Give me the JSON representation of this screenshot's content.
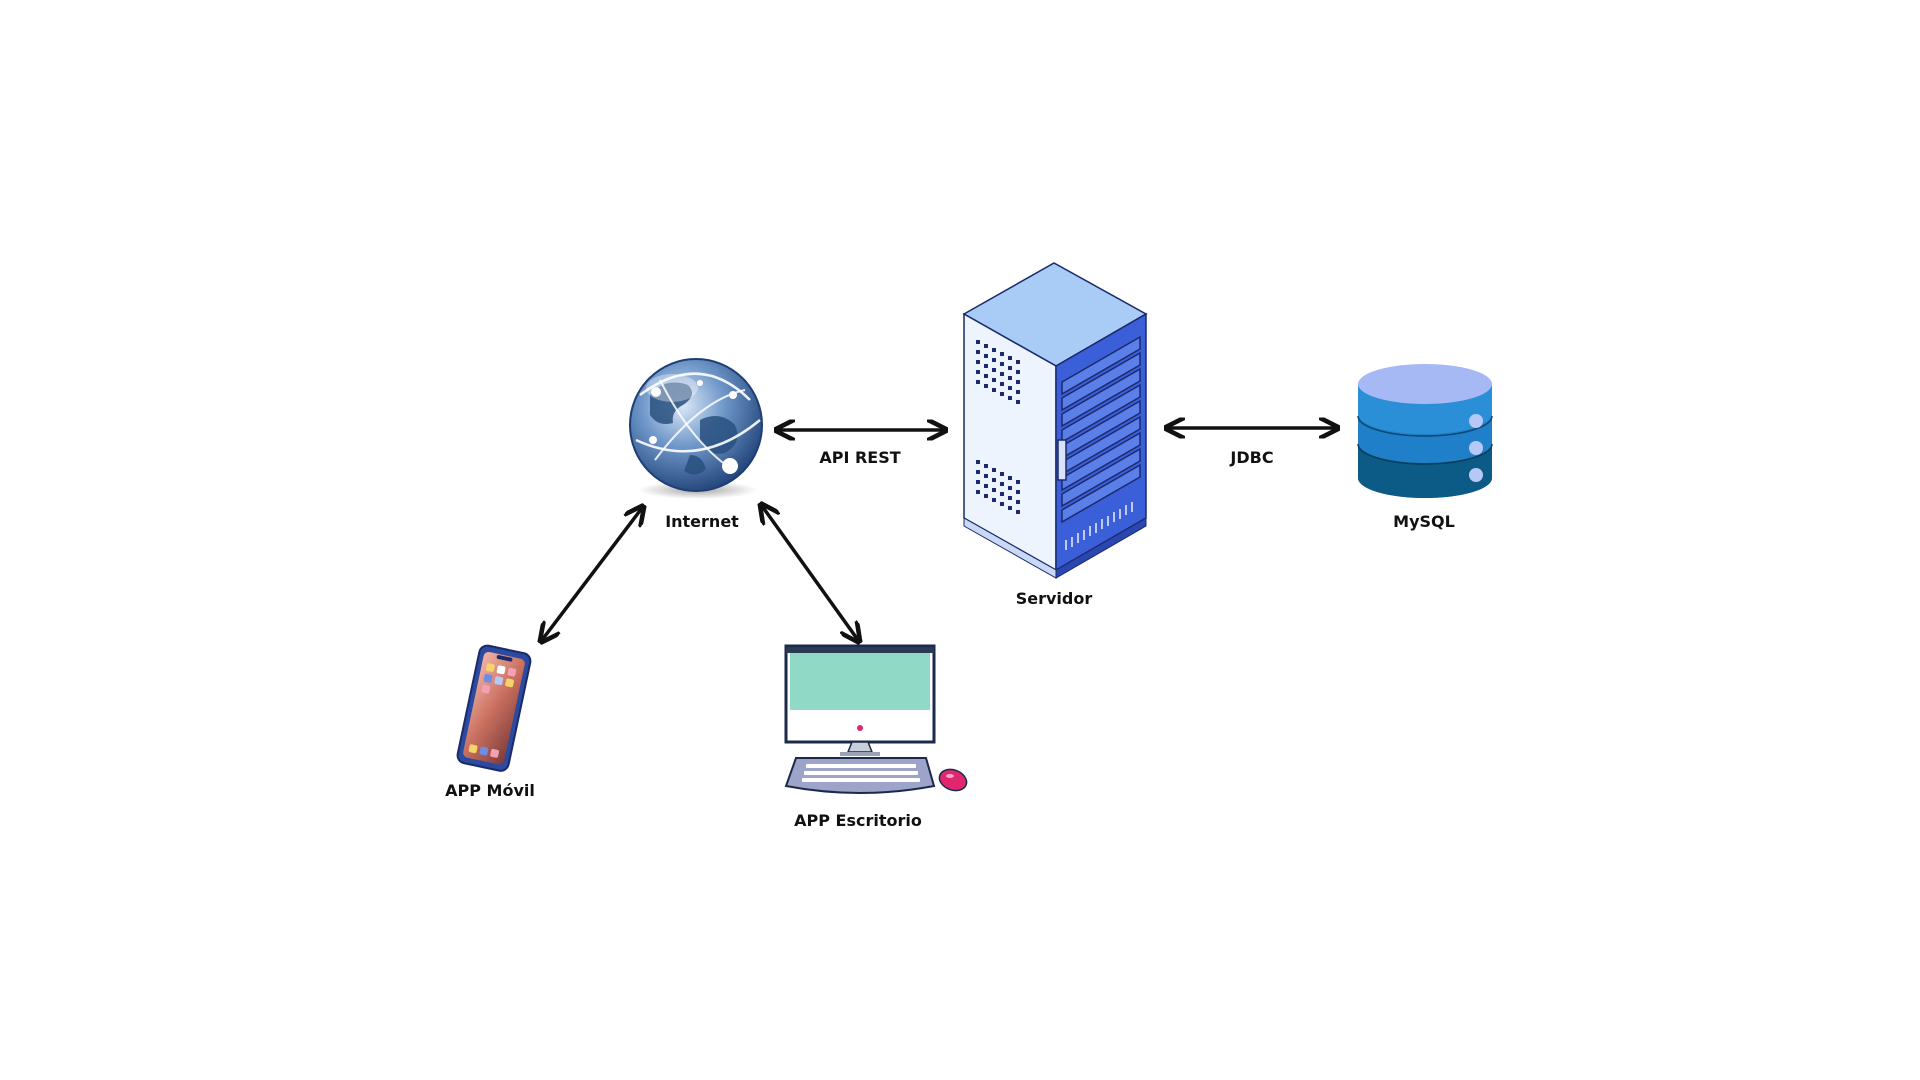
{
  "nodes": {
    "internet": {
      "label": "Internet",
      "icon": "globe-icon"
    },
    "servidor": {
      "label": "Servidor",
      "icon": "server-rack-icon"
    },
    "mysql": {
      "label": "MySQL",
      "icon": "database-icon"
    },
    "app_movil": {
      "label": "APP Móvil",
      "icon": "smartphone-icon"
    },
    "app_escritorio": {
      "label": "APP Escritorio",
      "icon": "desktop-computer-icon"
    }
  },
  "edges": {
    "internet_servidor": {
      "label": "API REST",
      "direction": "bidirectional"
    },
    "servidor_mysql": {
      "label": "JDBC",
      "direction": "bidirectional"
    },
    "movil_internet": {
      "label": "",
      "direction": "bidirectional"
    },
    "escritorio_internet": {
      "label": "",
      "direction": "bidirectional"
    }
  },
  "colors": {
    "arrow": "#111111",
    "server_light": "#a9ccf7",
    "server_dark": "#3b5fd9",
    "db_top": "#a7b9f5",
    "db_mid": "#1f7fc8",
    "db_bottom": "#0c5a86",
    "globe": "#2f5d9a",
    "monitor_screen": "#8fd9c6",
    "phone_screen": "#d07e6b"
  }
}
